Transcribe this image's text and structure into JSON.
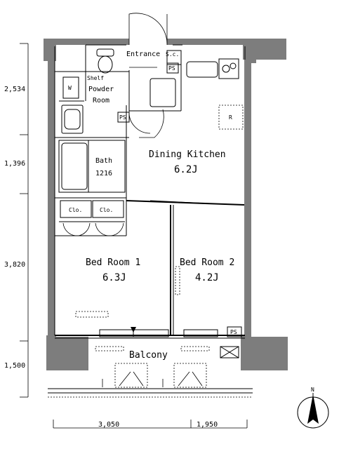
{
  "rooms": {
    "entrance": "Entrance",
    "shoe_storage": "S.c.",
    "shelf": "Shelf",
    "powder_room": [
      "Powder",
      "Room"
    ],
    "bath": "Bath",
    "bath_size": "1216",
    "dining_kitchen": "Dining Kitchen",
    "dining_kitchen_area": "6.2J",
    "bed_room_1": "Bed Room 1",
    "bed_room_1_area": "6.3J",
    "bed_room_2": "Bed Room 2",
    "bed_room_2_area": "4.2J",
    "balcony": "Balcony",
    "closet_a": "Clo.",
    "closet_b": "Clo.",
    "pipe_space": "PS",
    "fridge": "R",
    "washer": "W"
  },
  "dimensions": {
    "left": [
      "2,534",
      "1,396",
      "3,820",
      "1,500"
    ],
    "bottom": [
      "3,050",
      "1,950"
    ]
  },
  "compass": {
    "label": "N"
  }
}
